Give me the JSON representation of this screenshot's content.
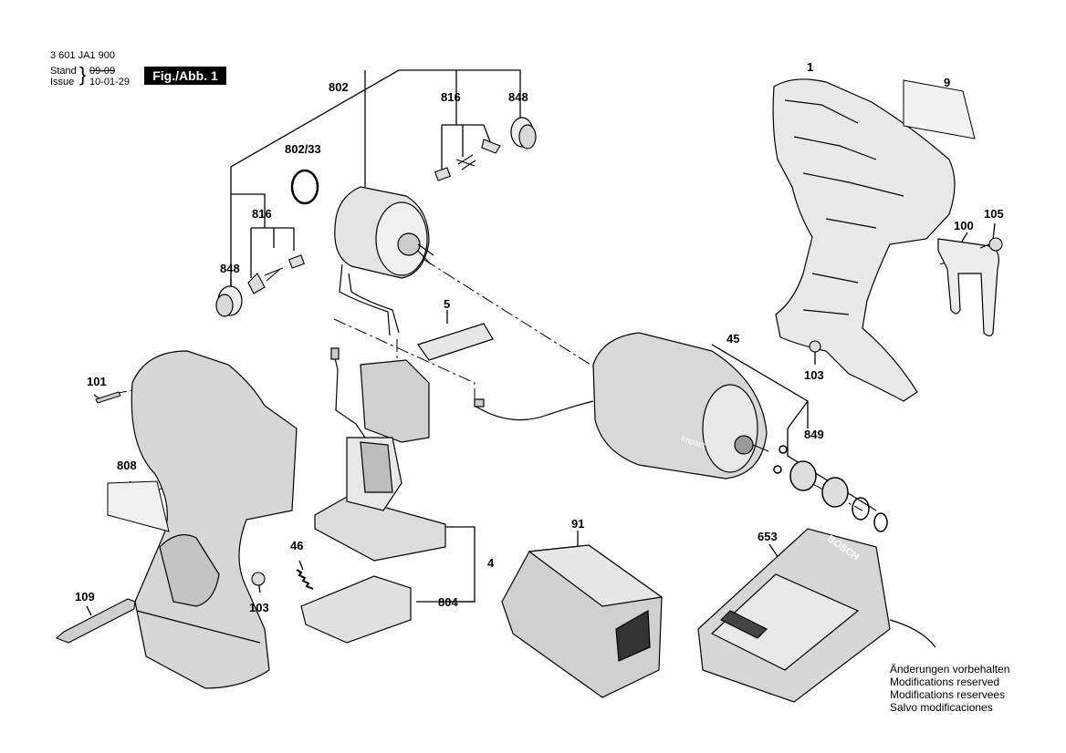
{
  "header": {
    "part_number": "3 601 JA1 900",
    "stand_label": "Stand",
    "issue_label": "Issue",
    "date_old": "09-09",
    "date_new": "10-01-29",
    "figure_label": "Fig./Abb. 1"
  },
  "labels": {
    "l1": "1",
    "l9": "9",
    "l105": "105",
    "l100": "100",
    "l103a": "103",
    "l45": "45",
    "l849": "849",
    "l802": "802",
    "l816a": "816",
    "l848a": "848",
    "l80233": "802/33",
    "l816b": "816",
    "l848b": "848",
    "l5": "5",
    "l101": "101",
    "l808": "808",
    "l4": "4",
    "l46": "46",
    "l804": "804",
    "l109": "109",
    "l103b": "103",
    "l91": "91",
    "l653": "653"
  },
  "notes": [
    "Änderungen vorbehalten",
    "Modifications reserved",
    "Modifications reservees",
    "Salvo modificaciones"
  ],
  "brand": {
    "charger_logo": "BOSCH",
    "motor_text": "Impact"
  }
}
